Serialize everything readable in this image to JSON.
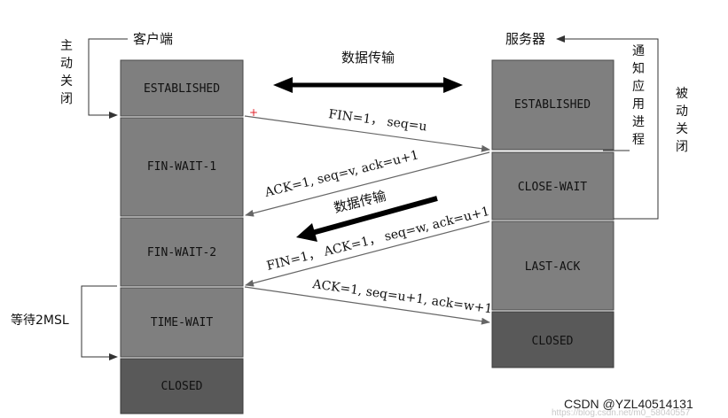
{
  "client": {
    "title": "客户端",
    "active_close": [
      "主",
      "动",
      "关",
      "闭"
    ],
    "wait_label": "等待2MSL",
    "states": [
      "ESTABLISHED",
      "FIN-WAIT-1",
      "FIN-WAIT-2",
      "TIME-WAIT",
      "CLOSED"
    ]
  },
  "server": {
    "title": "服务器",
    "notify_app": [
      "通",
      "知",
      "应",
      "用",
      "进",
      "程"
    ],
    "passive_close": [
      "被",
      "动",
      "关",
      "闭"
    ],
    "states": [
      "ESTABLISHED",
      "CLOSE-WAIT",
      "LAST-ACK",
      "CLOSED"
    ]
  },
  "data_transfer_top": "数据传输",
  "data_transfer_mid": "数据传输",
  "messages": {
    "fin1": "FIN=1，  seq=u",
    "ack1": "ACK=1, seq=v, ack=u+1",
    "fin2": "FIN=1，  ACK=1，  seq=w, ack=u+1",
    "ack2": "ACK=1, seq=u+1, ack=w+1"
  },
  "marker": "+",
  "watermark": "CSDN @YZL40514131",
  "watermark_url": "https://blog.csdn.net/m0_58040557",
  "colors": {
    "state_fill": "#7f7f7f",
    "closed_fill": "#595959",
    "arrow": "#666666",
    "bold_arrow": "#000000",
    "marker": "#e0202a"
  }
}
